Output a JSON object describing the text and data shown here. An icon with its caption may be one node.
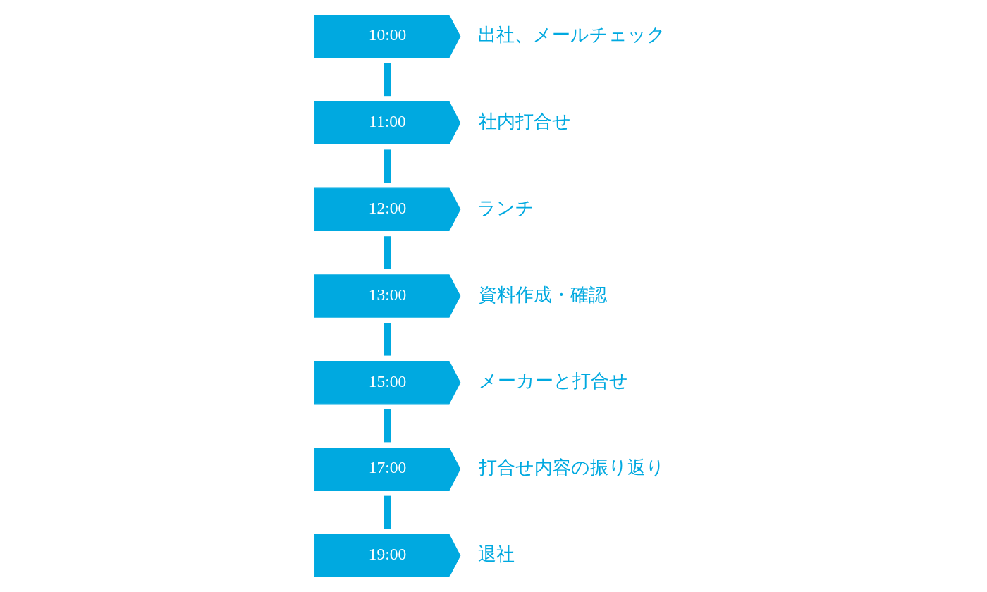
{
  "diagram": {
    "nodes": [
      {
        "text": [
          "10:00"
        ],
        "beside": [
          "出社、メールチェック"
        ]
      },
      {
        "text": [
          "11:00"
        ],
        "beside": [
          "社内打合せ"
        ]
      },
      {
        "text": [
          "12:00"
        ],
        "beside": [
          "ランチ"
        ]
      },
      {
        "text": [
          "13:00"
        ],
        "beside": [
          "資料作成・確認"
        ]
      },
      {
        "text": [
          "15:00"
        ],
        "beside": [
          "メーカーと打合せ"
        ]
      },
      {
        "text": [
          "17:00"
        ],
        "beside": [
          "打合せ内容の振り返り"
        ]
      },
      {
        "text": [
          "19:00"
        ],
        "beside": [
          "退社"
        ]
      }
    ],
    "edges": [
      {
        "from": 0,
        "to": 1,
        "arrow": "none"
      },
      {
        "from": 1,
        "to": 2,
        "arrow": "none"
      },
      {
        "from": 2,
        "to": 3,
        "arrow": "none"
      },
      {
        "from": 3,
        "to": 4,
        "arrow": "none"
      },
      {
        "from": 4,
        "to": 5,
        "arrow": "none"
      },
      {
        "from": 5,
        "to": 6,
        "arrow": "none"
      }
    ]
  }
}
